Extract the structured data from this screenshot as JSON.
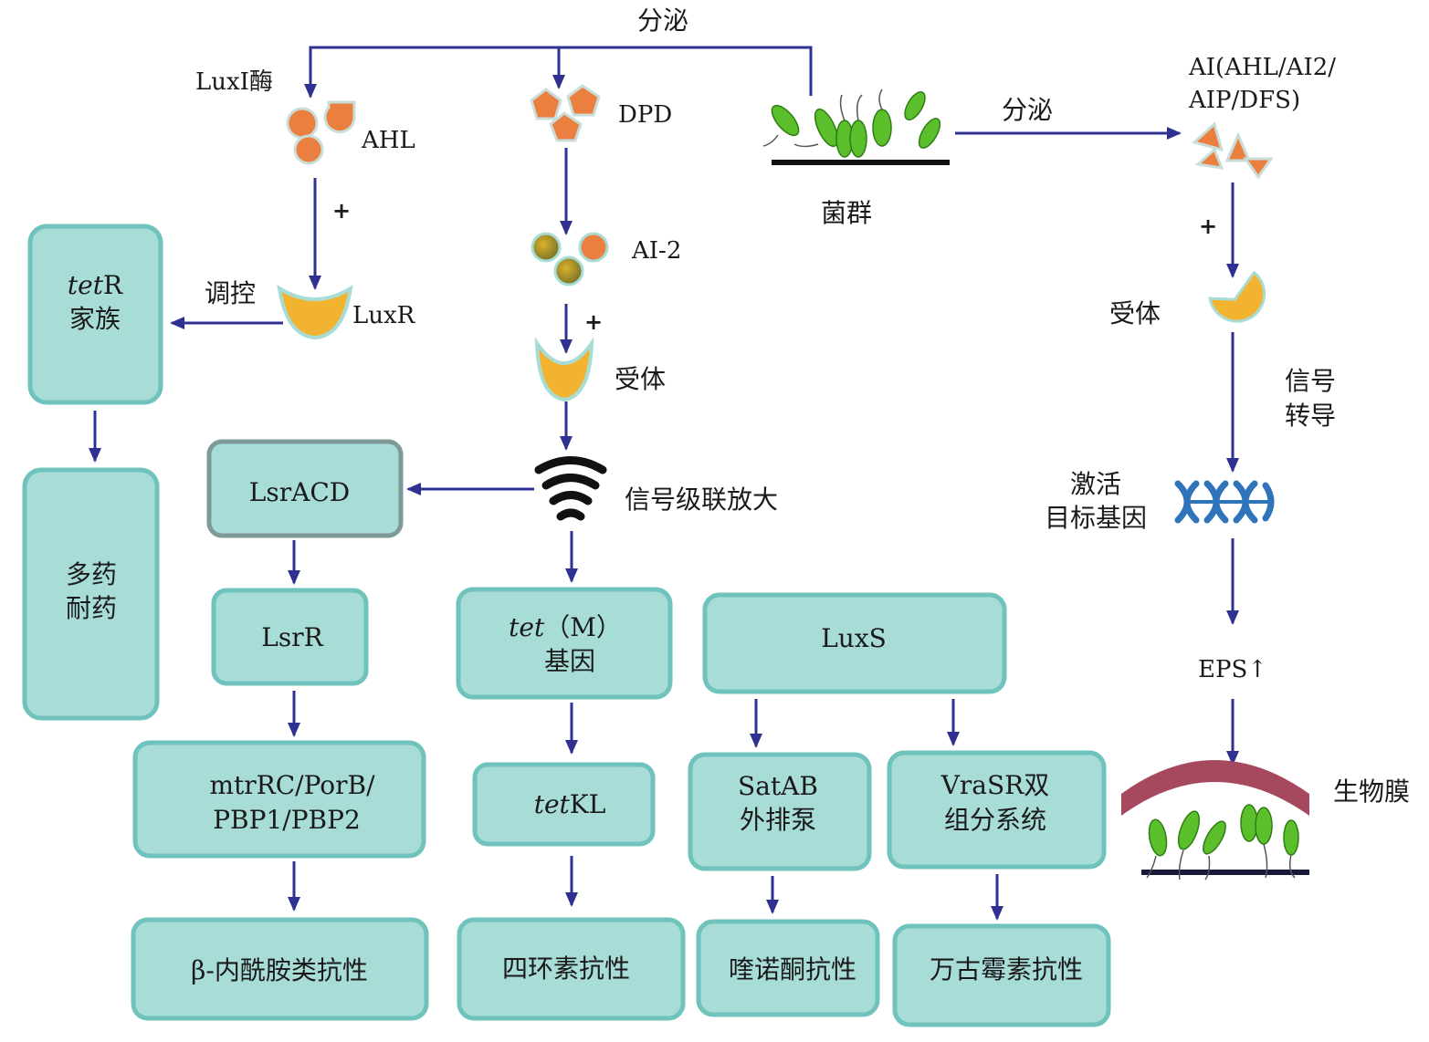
{
  "colors": {
    "arrow": "#2e3192",
    "box_fill": "#a8dcd6",
    "box_border": "#6fc3bc",
    "box_border_gray": "#7d9a98",
    "molecule": "#ea7f3f",
    "receptor": "#f2b430",
    "bacteria": "#5abf2a",
    "biofilm": "#a6485e",
    "dna": "#2f74b8"
  },
  "labels": {
    "secrete_top": "分泌",
    "luxi": "LuxI酶",
    "ahl": "AHL",
    "dpd": "DPD",
    "ai2": "AI-2",
    "luxr": "LuxR",
    "regulate": "调控",
    "receptor_mid": "受体",
    "signal_amp": "信号级联放大",
    "colony": "菌群",
    "secrete_right": "分泌",
    "ai_types_line1": "AI(AHL/AI2/",
    "ai_types_line2": "AIP/DFS)",
    "receptor_right": "受体",
    "signal_transduction_line1": "信号",
    "signal_transduction_line2": "转导",
    "activate_line1": "激活",
    "activate_line2": "目标基因",
    "eps": "EPS↑",
    "biofilm": "生物膜",
    "plus": "+"
  },
  "boxes": {
    "tetr_italic": "tet",
    "tetr_rest": "R",
    "tetr_line2": "家族",
    "multidrug_line1": "多药",
    "multidrug_line2": "耐药",
    "lsracd": "LsrACD",
    "lsrr": "LsrR",
    "mtrrc_line1": "mtrRC/PorB/",
    "mtrrc_line2": "PBP1/PBP2",
    "beta_lactam": "β-内酰胺类抗性",
    "tetm_italic": "tet",
    "tetm_rest": "（M）",
    "tetm_line2": "基因",
    "tetkl_italic": "tet",
    "tetkl_rest": "KL",
    "tetracycline": "四环素抗性",
    "luxs": "LuxS",
    "satab_line1": "SatAB",
    "satab_line2": "外排泵",
    "vrasr_line1": "VraSR双",
    "vrasr_line2": "组分系统",
    "quinolone": "喹诺酮抗性",
    "vancomycin": "万古霉素抗性"
  }
}
